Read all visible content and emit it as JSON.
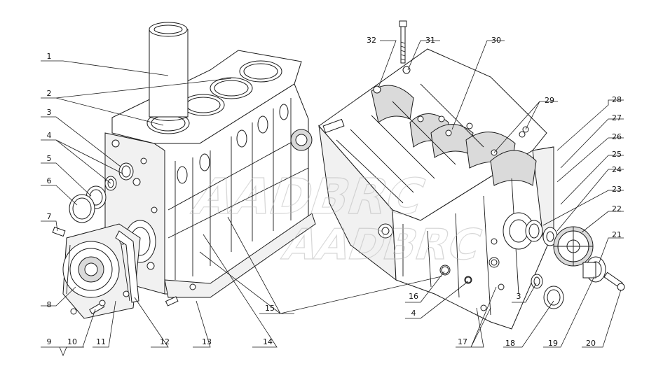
{
  "callouts": [
    {
      "id": "c1",
      "text": "1"
    },
    {
      "id": "c2",
      "text": "2"
    },
    {
      "id": "c3",
      "text": "3"
    },
    {
      "id": "c4",
      "text": "4"
    },
    {
      "id": "c5",
      "text": "5"
    },
    {
      "id": "c6",
      "text": "6"
    },
    {
      "id": "c7",
      "text": "7"
    },
    {
      "id": "c8",
      "text": "8"
    },
    {
      "id": "c9",
      "text": "9"
    },
    {
      "id": "c10",
      "text": "10"
    },
    {
      "id": "c11",
      "text": "11"
    },
    {
      "id": "c12",
      "text": "12"
    },
    {
      "id": "c13",
      "text": "13"
    },
    {
      "id": "c14",
      "text": "14"
    },
    {
      "id": "c15",
      "text": "15"
    },
    {
      "id": "c16",
      "text": "16"
    },
    {
      "id": "c4b",
      "text": "4"
    },
    {
      "id": "c3b",
      "text": "3"
    },
    {
      "id": "c17",
      "text": "17"
    },
    {
      "id": "c18",
      "text": "18"
    },
    {
      "id": "c19",
      "text": "19"
    },
    {
      "id": "c20",
      "text": "20"
    },
    {
      "id": "c21",
      "text": "21"
    },
    {
      "id": "c22",
      "text": "22"
    },
    {
      "id": "c23",
      "text": "23"
    },
    {
      "id": "c24",
      "text": "24"
    },
    {
      "id": "c25",
      "text": "25"
    },
    {
      "id": "c26",
      "text": "26"
    },
    {
      "id": "c27",
      "text": "27"
    },
    {
      "id": "c28",
      "text": "28"
    },
    {
      "id": "c29",
      "text": "29"
    },
    {
      "id": "c30",
      "text": "30"
    },
    {
      "id": "c31",
      "text": "31"
    },
    {
      "id": "c32",
      "text": "32"
    }
  ],
  "watermark": {
    "text": "AADBRC"
  }
}
